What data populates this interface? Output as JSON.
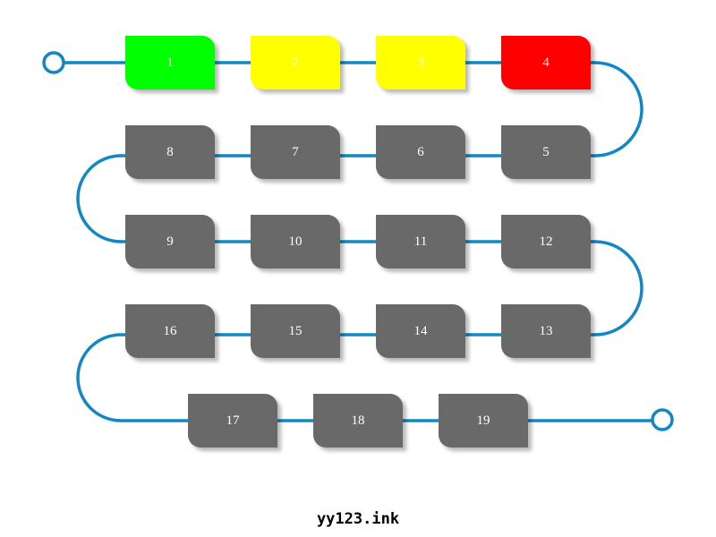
{
  "colors": {
    "track": "#1287c4",
    "done": "#00ff00",
    "active": "#ffff00",
    "alert": "#ff0000",
    "pending": "#696969"
  },
  "steps": [
    {
      "label": "1",
      "status": "done"
    },
    {
      "label": "2",
      "status": "active"
    },
    {
      "label": "3",
      "status": "active"
    },
    {
      "label": "4",
      "status": "alert"
    },
    {
      "label": "5",
      "status": "pending"
    },
    {
      "label": "6",
      "status": "pending"
    },
    {
      "label": "7",
      "status": "pending"
    },
    {
      "label": "8",
      "status": "pending"
    },
    {
      "label": "9",
      "status": "pending"
    },
    {
      "label": "10",
      "status": "pending"
    },
    {
      "label": "11",
      "status": "pending"
    },
    {
      "label": "12",
      "status": "pending"
    },
    {
      "label": "13",
      "status": "pending"
    },
    {
      "label": "14",
      "status": "pending"
    },
    {
      "label": "15",
      "status": "pending"
    },
    {
      "label": "16",
      "status": "pending"
    },
    {
      "label": "17",
      "status": "pending"
    },
    {
      "label": "18",
      "status": "pending"
    },
    {
      "label": "19",
      "status": "pending"
    }
  ],
  "footer": {
    "text": "yy123.ink"
  }
}
